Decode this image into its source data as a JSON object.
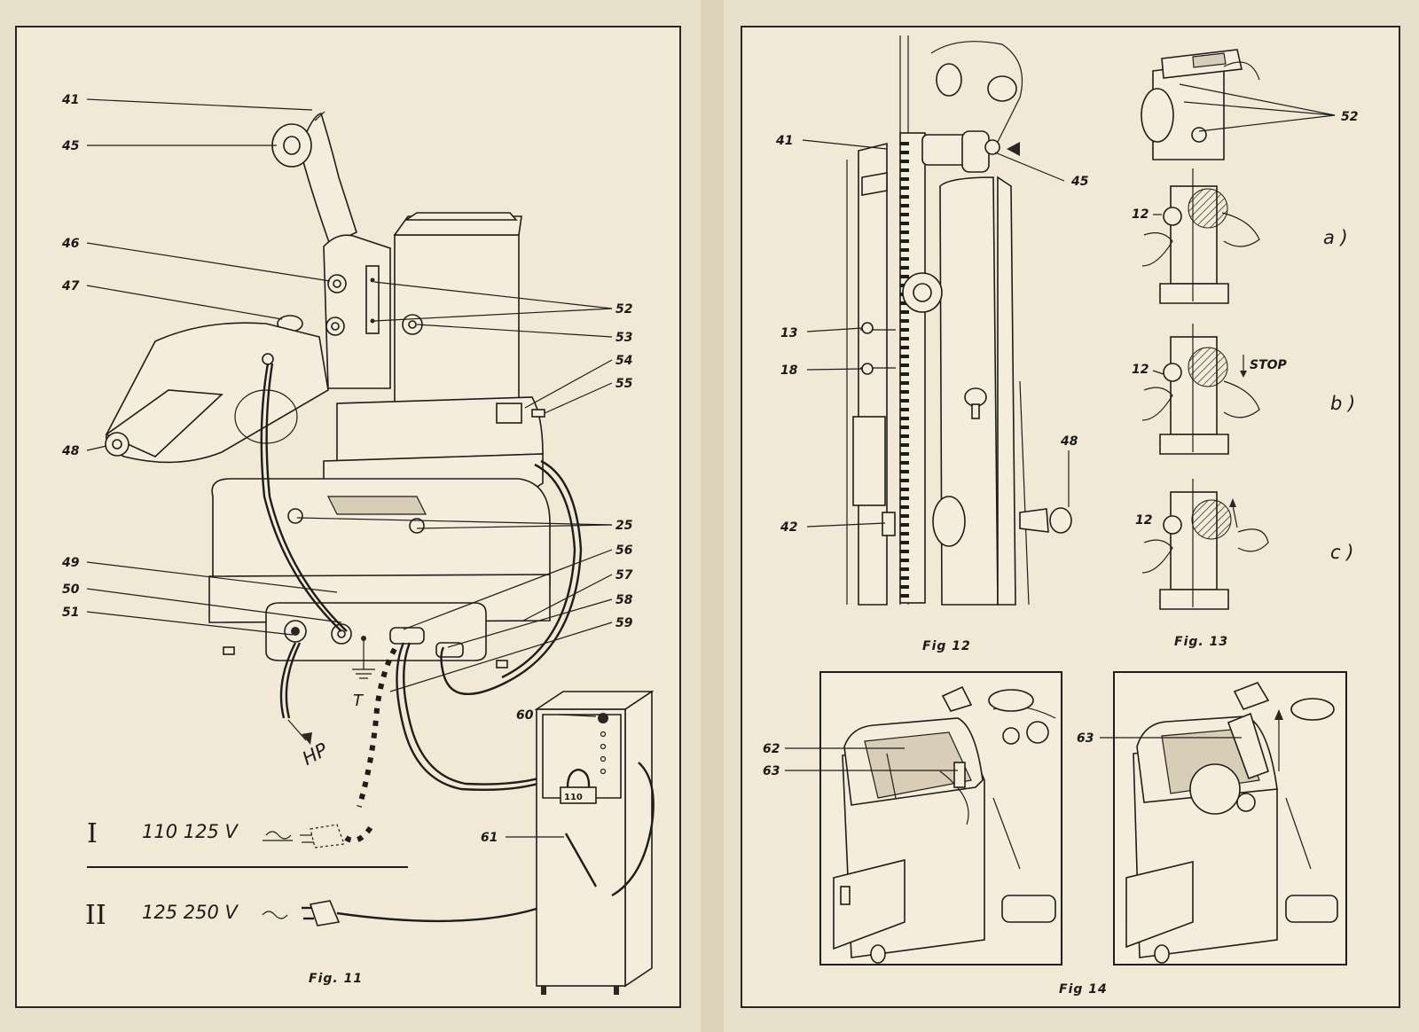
{
  "fig11": {
    "caption": "Fig. 11",
    "labels": {
      "l41": "41",
      "l45": "45",
      "l46": "46",
      "l47": "47",
      "l48": "48",
      "l49": "49",
      "l50": "50",
      "l51": "51",
      "l52": "52",
      "l53": "53",
      "l54": "54",
      "l55": "55",
      "l25": "25",
      "l56": "56",
      "l57": "57",
      "l58": "58",
      "l59": "59",
      "l60": "60",
      "l61": "61"
    },
    "hp": "HP",
    "t": "T",
    "box_text": "110",
    "supply": [
      {
        "roman": "I",
        "voltage": "110  125 V"
      },
      {
        "roman": "II",
        "voltage": "125  250 V"
      }
    ]
  },
  "fig12": {
    "caption": "Fig 12",
    "labels": {
      "l41": "41",
      "l45": "45",
      "l13": "13",
      "l18": "18",
      "l48": "48",
      "l42": "42"
    }
  },
  "fig13": {
    "caption": "Fig. 13",
    "label52": "52",
    "label12": "12",
    "stop": "STOP",
    "steps": [
      "a )",
      "b )",
      "c )"
    ]
  },
  "fig14": {
    "caption": "Fig 14",
    "labels": {
      "l62": "62",
      "l63a": "63",
      "l63b": "63"
    }
  }
}
